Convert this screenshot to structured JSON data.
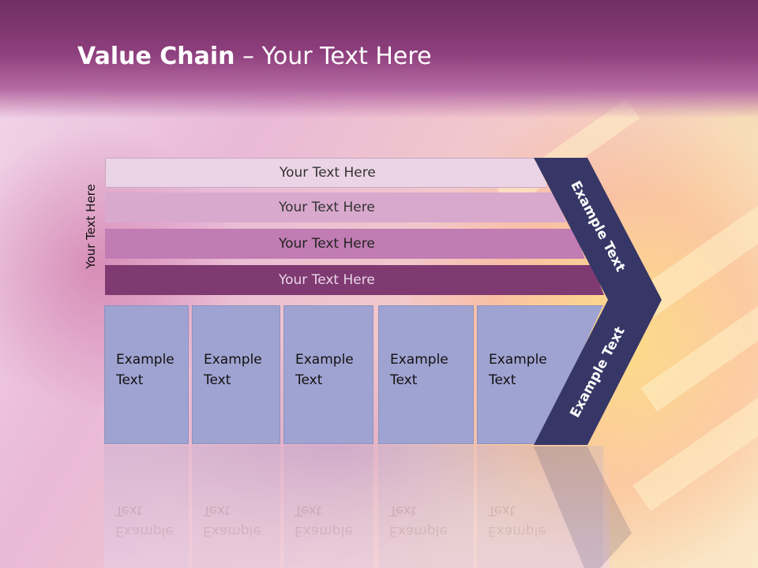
{
  "slide": {
    "title_bold": "Value Chain",
    "title_rest": " – Your Text Here",
    "side_label": "Your Text Here"
  },
  "rows": [
    {
      "label": "Your Text Here"
    },
    {
      "label": "Your Text Here"
    },
    {
      "label": "Your Text Here"
    },
    {
      "label": "Your Text Here"
    }
  ],
  "boxes": [
    {
      "line1": "Example",
      "line2": "Text"
    },
    {
      "line1": "Example",
      "line2": "Text"
    },
    {
      "line1": "Example",
      "line2": "Text"
    },
    {
      "line1": "Example",
      "line2": "Text"
    },
    {
      "line1": "Example",
      "line2": "Text"
    }
  ],
  "chevron": {
    "upper_label": "Example Text",
    "lower_label": "Example Text"
  },
  "colors": {
    "header": "#8e3f7d",
    "chevron": "#373767",
    "row1": "#ead4e6",
    "row2": "#d9a9cd",
    "row3": "#c17cb3",
    "row4": "#7f3a72",
    "box": "#9fa3d1"
  }
}
